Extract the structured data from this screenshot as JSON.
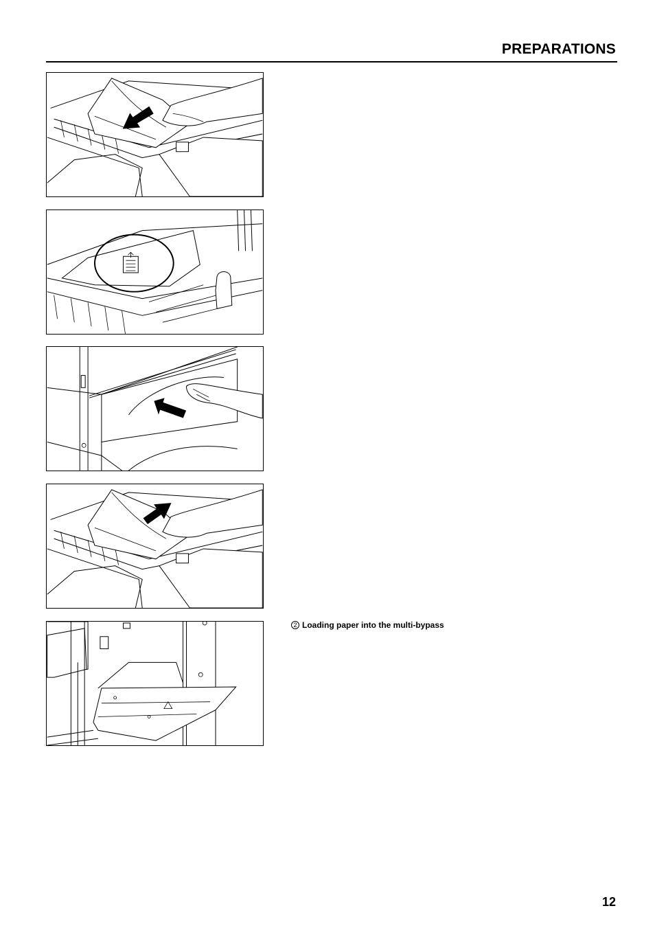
{
  "header": {
    "title": "PREPARATIONS"
  },
  "figures": [
    {
      "name": "remove-paper-from-cassette",
      "icon": "arrow-out-icon"
    },
    {
      "name": "paper-size-indicator",
      "icon": "paper-orientation-icon"
    },
    {
      "name": "push-cassette-in",
      "icon": "arrow-in-icon"
    },
    {
      "name": "load-paper-into-cassette",
      "icon": "arrow-in-icon"
    },
    {
      "name": "multi-bypass-tray",
      "icon": "bypass-tray-icon"
    }
  ],
  "section": {
    "number": "2",
    "heading": "Loading paper into the multi-bypass"
  },
  "footer": {
    "page_number": "12"
  }
}
